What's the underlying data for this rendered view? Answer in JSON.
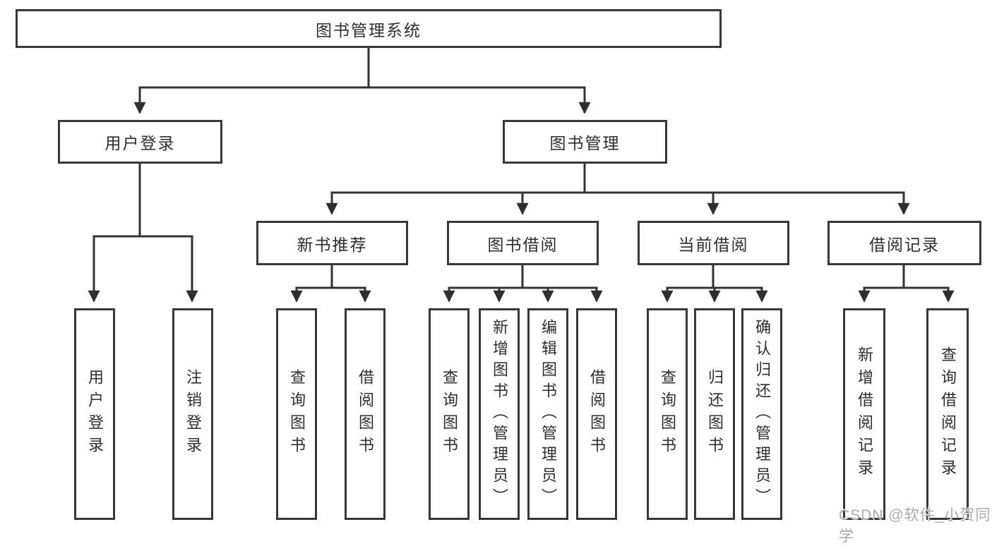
{
  "diagram_type": "function-structure-tree",
  "colors": {
    "line": "#333333",
    "box_border": "#383838",
    "text": "#2e2e2e",
    "watermark": "#aaaaaa"
  },
  "tree": {
    "label": "图书管理系统",
    "children": [
      {
        "label": "用户登录",
        "children": [
          {
            "label": "用户登录"
          },
          {
            "label": "注销登录"
          }
        ]
      },
      {
        "label": "图书管理",
        "children": [
          {
            "label": "新书推荐",
            "children": [
              {
                "label": "查询图书"
              },
              {
                "label": "借阅图书"
              }
            ]
          },
          {
            "label": "图书借阅",
            "children": [
              {
                "label": "查询图书"
              },
              {
                "label": "新增图书（管理员）"
              },
              {
                "label": "编辑图书（管理员）"
              },
              {
                "label": "借阅图书"
              }
            ]
          },
          {
            "label": "当前借阅",
            "children": [
              {
                "label": "查询图书"
              },
              {
                "label": "归还图书"
              },
              {
                "label": "确认归还（管理员）"
              }
            ]
          },
          {
            "label": "借阅记录",
            "children": [
              {
                "label": "新增借阅记录"
              },
              {
                "label": "查询借阅记录"
              }
            ]
          }
        ]
      }
    ]
  },
  "watermark": {
    "text": "CSDN @软件_小贺同学"
  }
}
